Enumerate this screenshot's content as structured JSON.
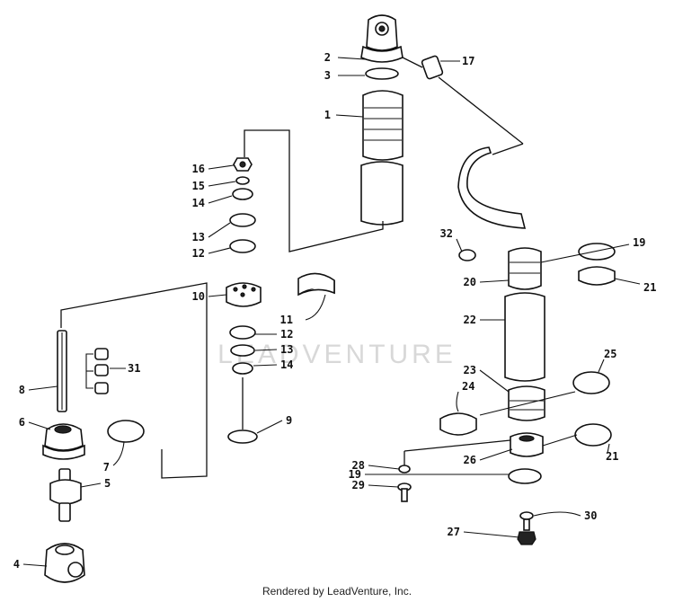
{
  "diagram": {
    "title": "",
    "watermark": "LEADVENTURE",
    "footer": "Rendered by LeadVenture, Inc.",
    "callouts": [
      {
        "id": "c1",
        "label": "1"
      },
      {
        "id": "c2",
        "label": "2"
      },
      {
        "id": "c3",
        "label": "3"
      },
      {
        "id": "c17",
        "label": "17"
      },
      {
        "id": "c16",
        "label": "16"
      },
      {
        "id": "c15",
        "label": "15"
      },
      {
        "id": "c14a",
        "label": "14"
      },
      {
        "id": "c13a",
        "label": "13"
      },
      {
        "id": "c12a",
        "label": "12"
      },
      {
        "id": "c10",
        "label": "10"
      },
      {
        "id": "c11",
        "label": "11"
      },
      {
        "id": "c12b",
        "label": "12"
      },
      {
        "id": "c13b",
        "label": "13"
      },
      {
        "id": "c14b",
        "label": "14"
      },
      {
        "id": "c9",
        "label": "9"
      },
      {
        "id": "c31",
        "label": "31"
      },
      {
        "id": "c8",
        "label": "8"
      },
      {
        "id": "c6",
        "label": "6"
      },
      {
        "id": "c7",
        "label": "7"
      },
      {
        "id": "c5",
        "label": "5"
      },
      {
        "id": "c4",
        "label": "4"
      },
      {
        "id": "c32",
        "label": "32"
      },
      {
        "id": "c19a",
        "label": "19"
      },
      {
        "id": "c20",
        "label": "20"
      },
      {
        "id": "c21a",
        "label": "21"
      },
      {
        "id": "c22",
        "label": "22"
      },
      {
        "id": "c25",
        "label": "25"
      },
      {
        "id": "c23",
        "label": "23"
      },
      {
        "id": "c24",
        "label": "24"
      },
      {
        "id": "c26",
        "label": "26"
      },
      {
        "id": "c21b",
        "label": "21"
      },
      {
        "id": "c28",
        "label": "28"
      },
      {
        "id": "c19b",
        "label": "19"
      },
      {
        "id": "c29",
        "label": "29"
      },
      {
        "id": "c30",
        "label": "30"
      },
      {
        "id": "c27",
        "label": "27"
      }
    ]
  }
}
